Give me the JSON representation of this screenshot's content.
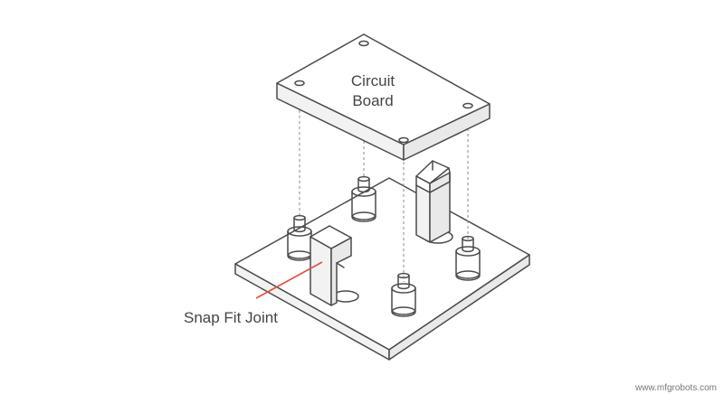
{
  "labels": {
    "circuit_board_line1": "Circuit",
    "circuit_board_line2": "Board",
    "snap_fit_joint": "Snap Fit Joint"
  },
  "watermark": "www.mfgrobots.com",
  "colors": {
    "outline": "#4a4a4a",
    "callout": "#e2533a",
    "label_text": "#444444"
  }
}
